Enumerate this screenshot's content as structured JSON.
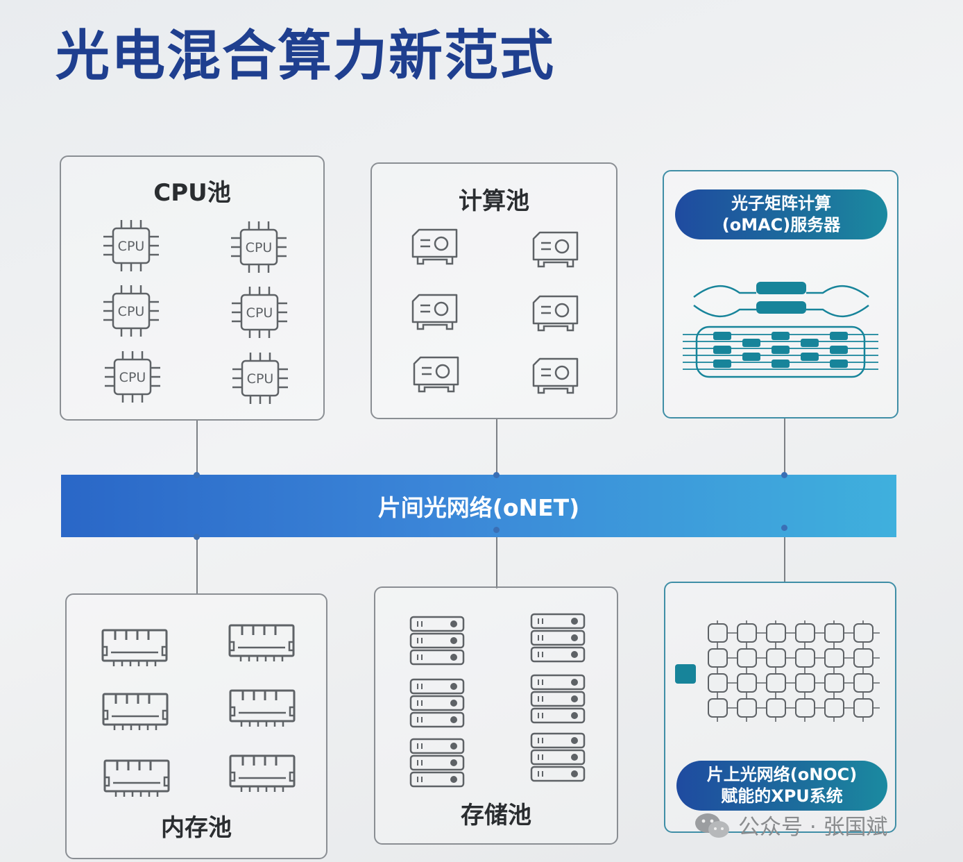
{
  "title": "光电混合算力新范式",
  "pools": {
    "cpu": {
      "label": "CPU池",
      "chip_text": "CPU"
    },
    "compute": {
      "label": "计算池"
    },
    "omac": {
      "label_line1": "光子矩阵计算",
      "label_line2": "(oMAC)服务器"
    },
    "memory": {
      "label": "内存池"
    },
    "storage": {
      "label": "存储池"
    },
    "onoc": {
      "label_line1": "片上光网络(oNOC)",
      "label_line2": "赋能的XPU系统"
    }
  },
  "network": {
    "label": "片间光网络(oNET)"
  },
  "watermark": {
    "text": "公众号 · 张国斌",
    "icon": "wechat-icon"
  },
  "colors": {
    "title": "#1f3f8f",
    "network_start": "#2a67c7",
    "network_end": "#3fb0dd",
    "teal": "#17849a",
    "icon_gray": "#5e6266"
  }
}
